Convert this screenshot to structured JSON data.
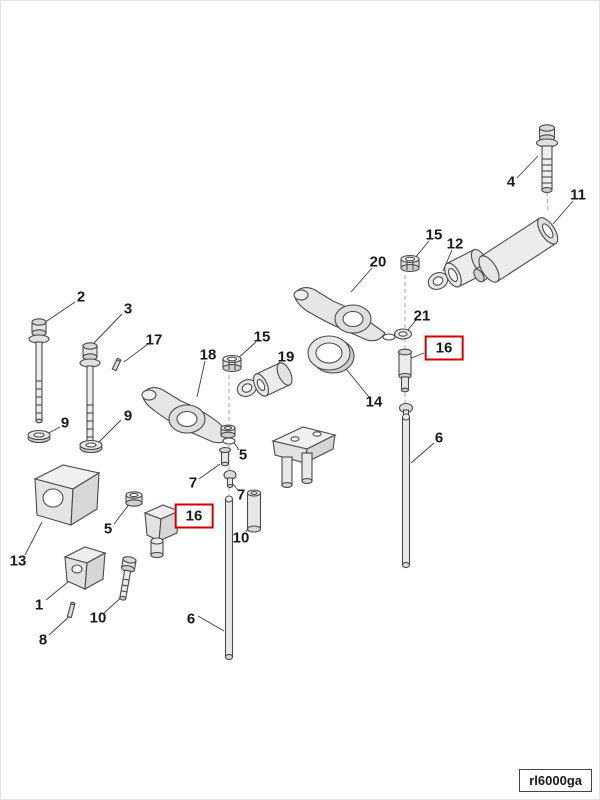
{
  "diagram": {
    "highlight_color": "#cc0000",
    "callouts": [
      {
        "text": "2",
        "highlighted": false
      },
      {
        "text": "3",
        "highlighted": false
      },
      {
        "text": "17",
        "highlighted": false
      },
      {
        "text": "18",
        "highlighted": false
      },
      {
        "text": "15",
        "highlighted": false
      },
      {
        "text": "19",
        "highlighted": false
      },
      {
        "text": "20",
        "highlighted": false
      },
      {
        "text": "15",
        "highlighted": false
      },
      {
        "text": "12",
        "highlighted": false
      },
      {
        "text": "4",
        "highlighted": false
      },
      {
        "text": "11",
        "highlighted": false
      },
      {
        "text": "21",
        "highlighted": false
      },
      {
        "text": "16",
        "highlighted": true
      },
      {
        "text": "14",
        "highlighted": false
      },
      {
        "text": "9",
        "highlighted": false
      },
      {
        "text": "9",
        "highlighted": false
      },
      {
        "text": "13",
        "highlighted": false
      },
      {
        "text": "5",
        "highlighted": false
      },
      {
        "text": "16",
        "highlighted": true
      },
      {
        "text": "5",
        "highlighted": false
      },
      {
        "text": "7",
        "highlighted": false
      },
      {
        "text": "7",
        "highlighted": false
      },
      {
        "text": "10",
        "highlighted": false
      },
      {
        "text": "10",
        "highlighted": false
      },
      {
        "text": "1",
        "highlighted": false
      },
      {
        "text": "8",
        "highlighted": false
      },
      {
        "text": "6",
        "highlighted": false
      },
      {
        "text": "6",
        "highlighted": false
      }
    ]
  },
  "footer": {
    "code": "rl6000ga"
  }
}
